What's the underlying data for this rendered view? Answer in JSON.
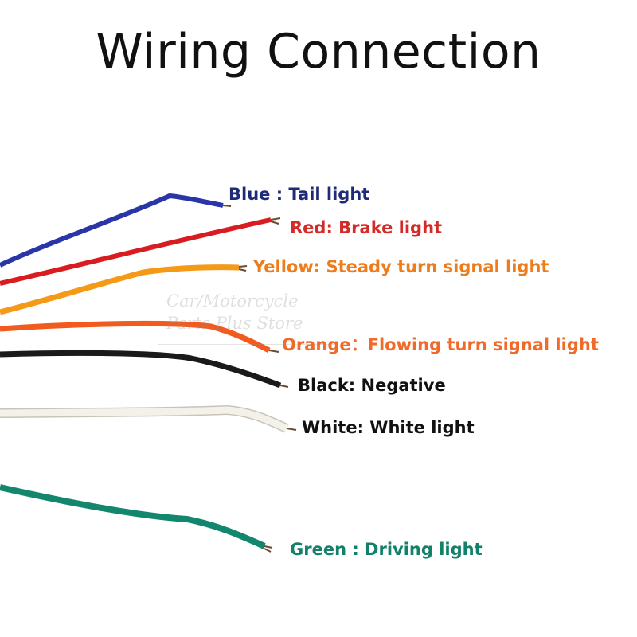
{
  "title": "Wiring Connection",
  "watermark": {
    "line1": "Car/Motorcycle",
    "line2": "Parts Plus Store"
  },
  "wires": [
    {
      "id": "blue",
      "label": "Blue : Tail light",
      "label_color": "#1f2a78",
      "wire_color": "#2a35a8"
    },
    {
      "id": "red",
      "label": "Red: Brake light",
      "label_color": "#d42a28",
      "wire_color": "#d91c20"
    },
    {
      "id": "yellow",
      "label": "Yellow: Steady turn signal light",
      "label_color": "#ef7c1a",
      "wire_color": "#f59a17"
    },
    {
      "id": "orange",
      "label": "Orange：Flowing turn signal light",
      "label_color": "#f06a2a",
      "wire_color": "#f25a1e"
    },
    {
      "id": "black",
      "label": "Black: Negative",
      "label_color": "#111111",
      "wire_color": "#1a1a1a"
    },
    {
      "id": "white",
      "label": "White: White light",
      "label_color": "#111111",
      "wire_color": "#f4f1ea"
    },
    {
      "id": "green",
      "label": "Green : Driving light",
      "label_color": "#13806a",
      "wire_color": "#13876d"
    }
  ]
}
